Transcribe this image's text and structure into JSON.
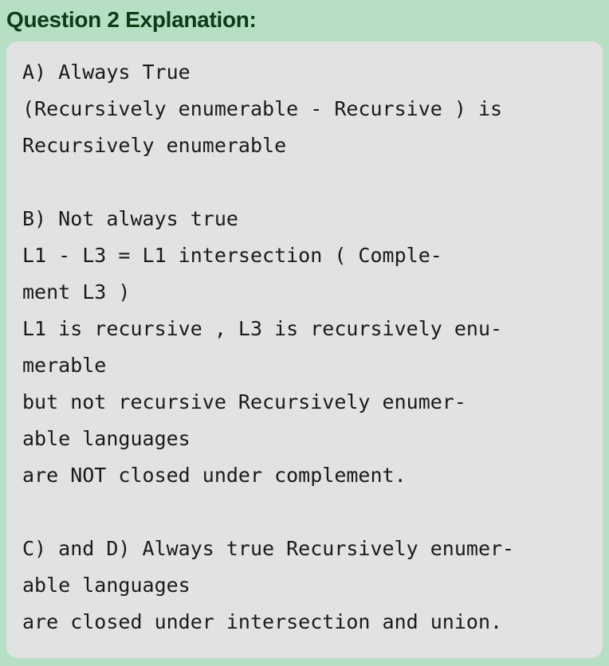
{
  "header": {
    "title": "Question 2 Explanation:"
  },
  "explanation": {
    "lines": [
      "A) Always True",
      "(Recursively enumerable - Recursive ) is",
      "Recursively enumerable",
      "",
      "B) Not always true",
      "L1 - L3 = L1 intersection ( Comple-",
      "ment L3 )",
      "L1 is recursive , L3 is recursively enu-",
      "merable",
      "but not recursive Recursively enumer-",
      "able languages",
      "are NOT closed under complement.",
      "",
      "C) and D) Always true Recursively enumer-",
      "able languages",
      "are closed under intersection and union."
    ]
  }
}
